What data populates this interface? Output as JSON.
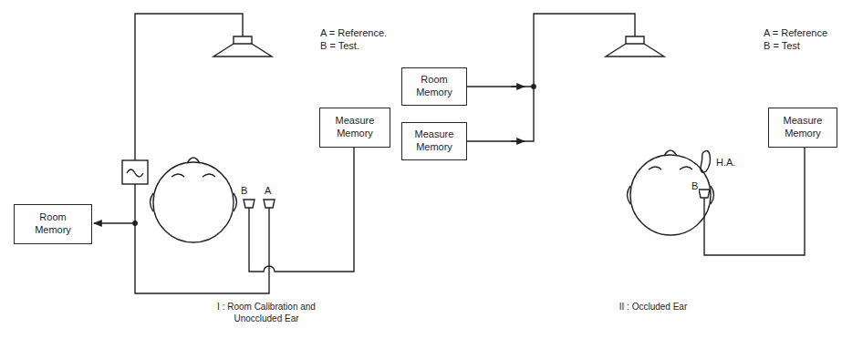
{
  "diagram": {
    "nodes": [
      {
        "text": [
          "Room Memory"
        ]
      },
      {
        "text": [
          "Measure Memory"
        ]
      },
      {
        "text": [
          "Room Memory"
        ]
      },
      {
        "text": [
          "Measure Memory"
        ]
      },
      {
        "text": [
          "Measure Memory"
        ]
      }
    ],
    "labels": [
      "A = Reference.",
      "B = Test.",
      "B",
      "A",
      "I : Room Calibration and Unoccluded Ear",
      "A = Reference",
      "B = Test",
      "H.A.",
      "B",
      "II : Occluded Ear"
    ]
  }
}
